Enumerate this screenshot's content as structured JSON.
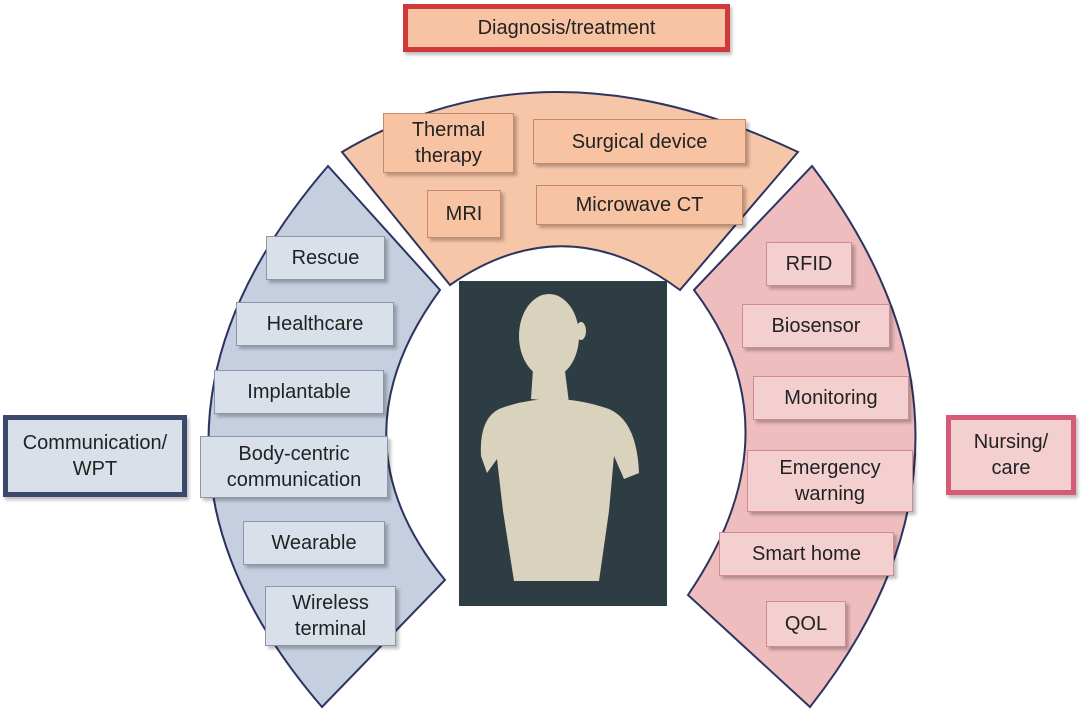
{
  "categories": {
    "top": {
      "label": "Diagnosis/treatment",
      "fill": "#f7c3a2",
      "border": "#d0393a"
    },
    "left": {
      "lines": [
        "Communication/",
        "WPT"
      ],
      "fill": "#d9e0ea",
      "border": "#3b4a6b"
    },
    "right": {
      "lines": [
        "Nursing/",
        "care"
      ],
      "fill": "#f3cfd0",
      "border": "#d55b79"
    }
  },
  "arcs": {
    "top": {
      "fill": "#f6c6a8",
      "stroke": "#2c3560"
    },
    "left": {
      "fill": "#c5cfdf",
      "stroke": "#2c3560"
    },
    "right": {
      "fill": "#efbdbd",
      "stroke": "#2c3560"
    }
  },
  "items": {
    "top": [
      {
        "lines": [
          "Thermal",
          "therapy"
        ]
      },
      {
        "lines": [
          "Surgical device"
        ]
      },
      {
        "lines": [
          "MRI"
        ]
      },
      {
        "lines": [
          "Microwave CT"
        ]
      }
    ],
    "left": [
      {
        "lines": [
          "Rescue"
        ]
      },
      {
        "lines": [
          "Healthcare"
        ]
      },
      {
        "lines": [
          "Implantable"
        ]
      },
      {
        "lines": [
          "Body-centric",
          "communication"
        ]
      },
      {
        "lines": [
          "Wearable"
        ]
      },
      {
        "lines": [
          "Wireless",
          "terminal"
        ]
      }
    ],
    "right": [
      {
        "lines": [
          "RFID"
        ]
      },
      {
        "lines": [
          "Biosensor"
        ]
      },
      {
        "lines": [
          "Monitoring"
        ]
      },
      {
        "lines": [
          "Emergency",
          "warning"
        ]
      },
      {
        "lines": [
          "Smart home"
        ]
      },
      {
        "lines": [
          "QOL"
        ]
      }
    ]
  },
  "photo": {
    "background": "#2e3d44",
    "figure": "#d9d3bd"
  }
}
